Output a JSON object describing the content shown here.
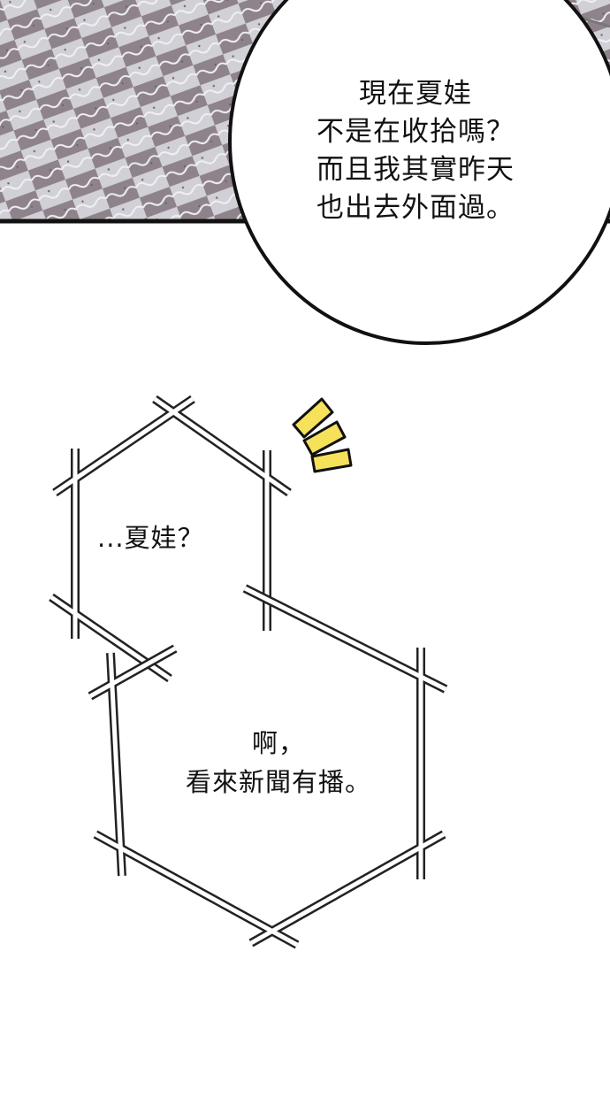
{
  "panel_top": {
    "speech_bubble": {
      "lines": [
        "現在夏娃",
        "不是在收拾嗎？",
        "而且我其實昨天",
        "也出去外面過。"
      ]
    }
  },
  "panel_bottom": {
    "bubble_small": {
      "text": "...夏娃？"
    },
    "bubble_large": {
      "lines": [
        "啊，",
        "看來新聞有播。"
      ]
    }
  },
  "colors": {
    "background": "#ffffff",
    "tile_light": "#c9c9cf",
    "tile_dark": "#8e8189",
    "ink": "#111111",
    "accent_yellow": "#f6e15a"
  }
}
